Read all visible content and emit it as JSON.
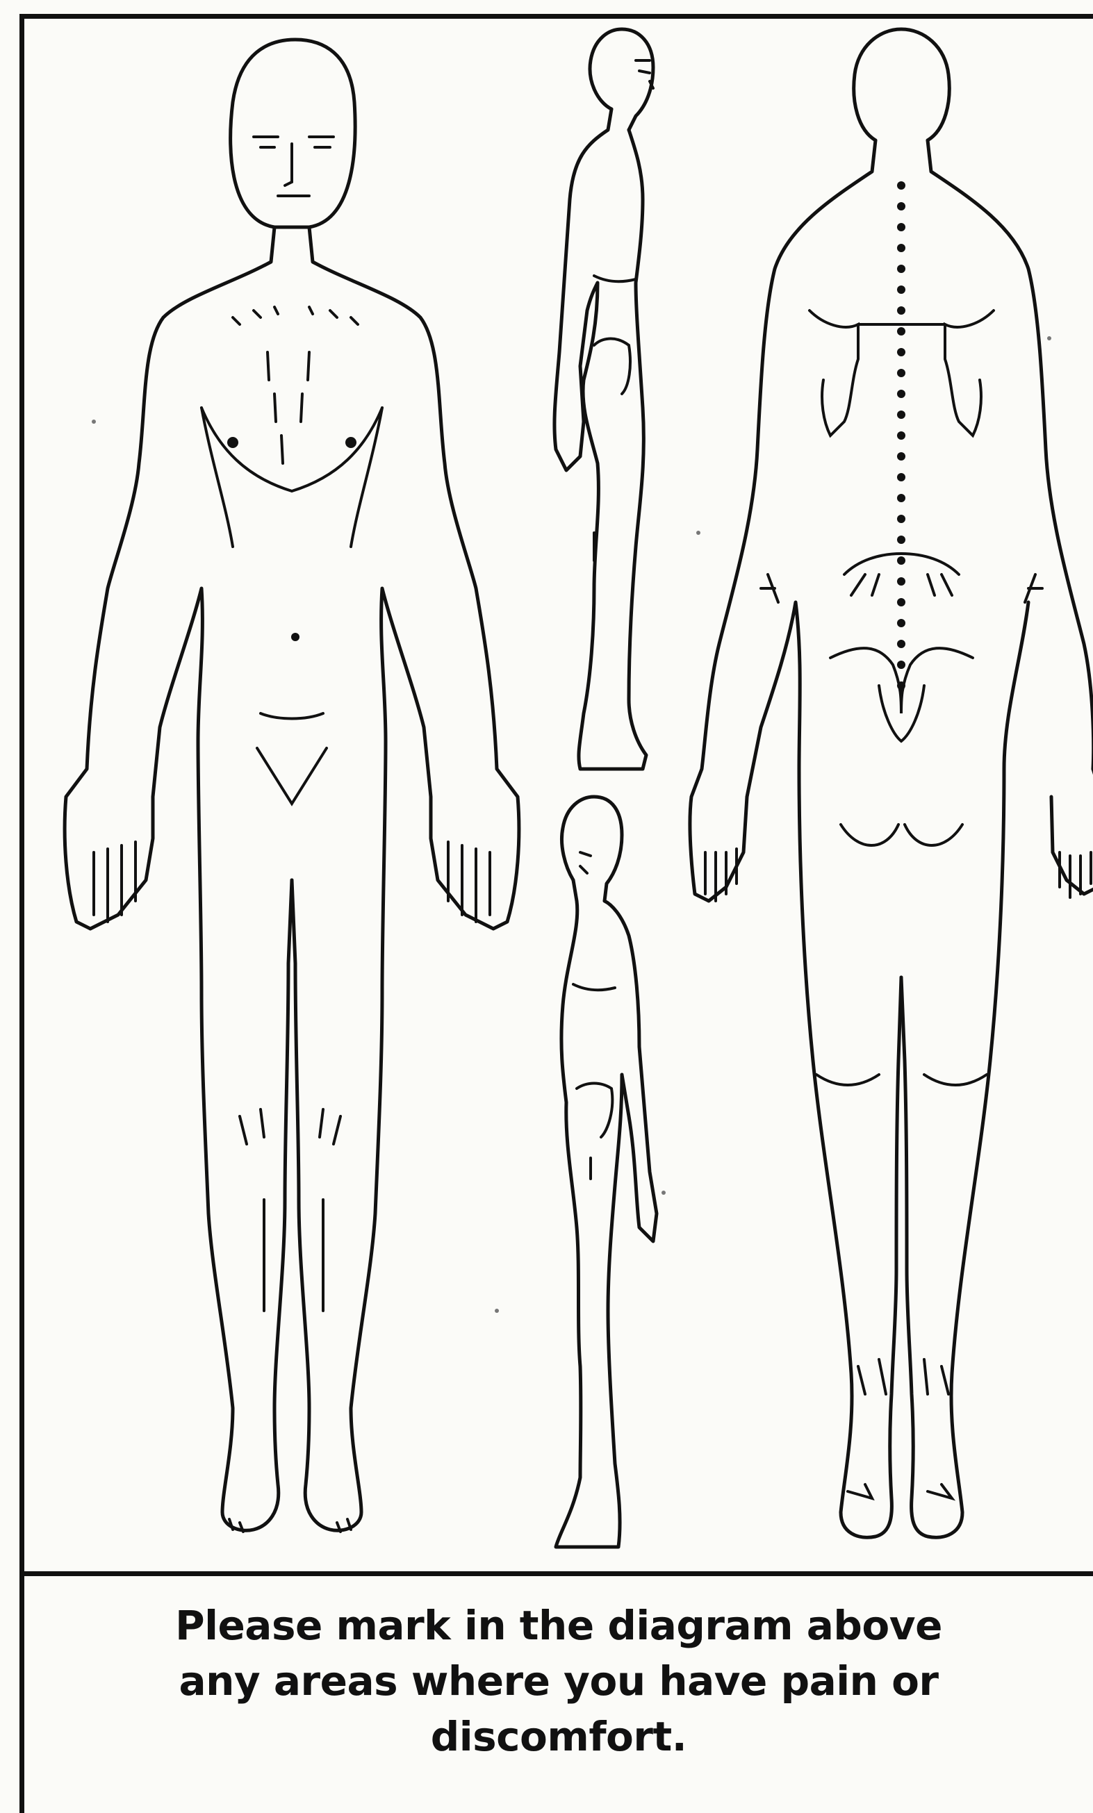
{
  "caption": {
    "line1": "Please mark in the diagram above",
    "line2": "any areas where you have pain or",
    "line3": "discomfort."
  }
}
